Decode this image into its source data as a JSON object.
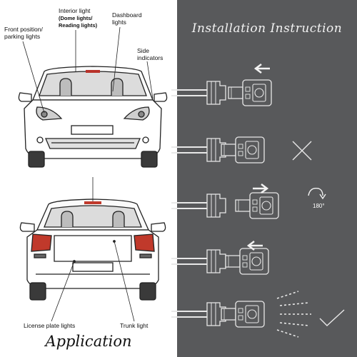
{
  "application": {
    "title": "Application",
    "labels": {
      "interior_light": "Interior light",
      "interior_sub": "(Dome lights/\nReading lights)",
      "dashboard": "Dashboard\nlights",
      "front_position": "Front position/\nparking lights",
      "side_indicators": "Side\nindicators",
      "license_plate": "License plate lights",
      "trunk": "Trunk light"
    }
  },
  "installation": {
    "title": "Installation Instruction",
    "rotation_label": "180°",
    "steps": [
      {
        "name": "remove-bulb",
        "result": "arrow-left"
      },
      {
        "name": "wrong-orientation",
        "result": "cross"
      },
      {
        "name": "rotate-bulb",
        "result": "rotate"
      },
      {
        "name": "insert-bulb",
        "result": "arrow-left"
      },
      {
        "name": "lit-correct",
        "result": "check"
      }
    ]
  },
  "colors": {
    "panel_dark": "#58595b",
    "line_light": "#e8e8e8",
    "tail_light": "#c0392b"
  }
}
